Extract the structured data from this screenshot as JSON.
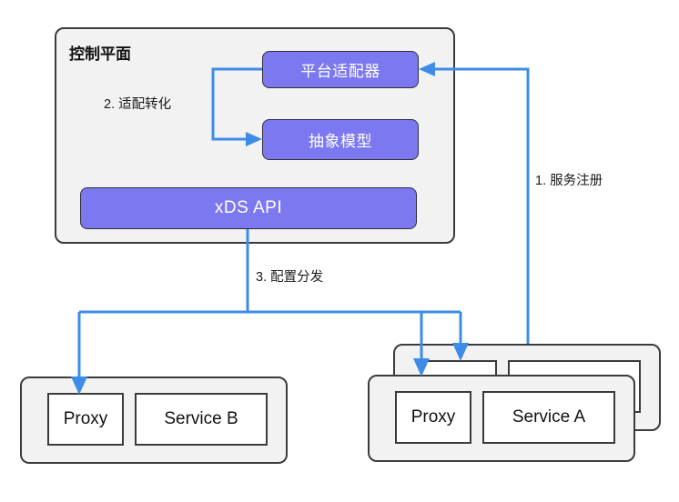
{
  "diagram": {
    "title_visible": false,
    "accent_color": "#3d8ce8",
    "chip_color": "#7c78f0",
    "panel_fill": "#f2f2f2",
    "panel_stroke": "#3b3b3b"
  },
  "control_plane": {
    "title": "控制平面",
    "components": [
      {
        "id": "platform-adapter",
        "label": "平台适配器"
      },
      {
        "id": "abstract-model",
        "label": "抽象模型"
      },
      {
        "id": "xds-api",
        "label": "xDS API"
      }
    ]
  },
  "edges": [
    {
      "id": "service-register",
      "label": "1. 服务注册"
    },
    {
      "id": "adapt-convert",
      "label": "2. 适配转化"
    },
    {
      "id": "config-dispatch",
      "label": "3. 配置分发"
    }
  ],
  "workloads": [
    {
      "id": "workload-b",
      "stacked": false,
      "items": [
        {
          "id": "proxy-b",
          "label": "Proxy"
        },
        {
          "id": "service-b",
          "label": "Service B"
        }
      ]
    },
    {
      "id": "workload-a",
      "stacked": true,
      "items": [
        {
          "id": "proxy-a",
          "label": "Proxy"
        },
        {
          "id": "service-a",
          "label": "Service A"
        }
      ]
    }
  ]
}
